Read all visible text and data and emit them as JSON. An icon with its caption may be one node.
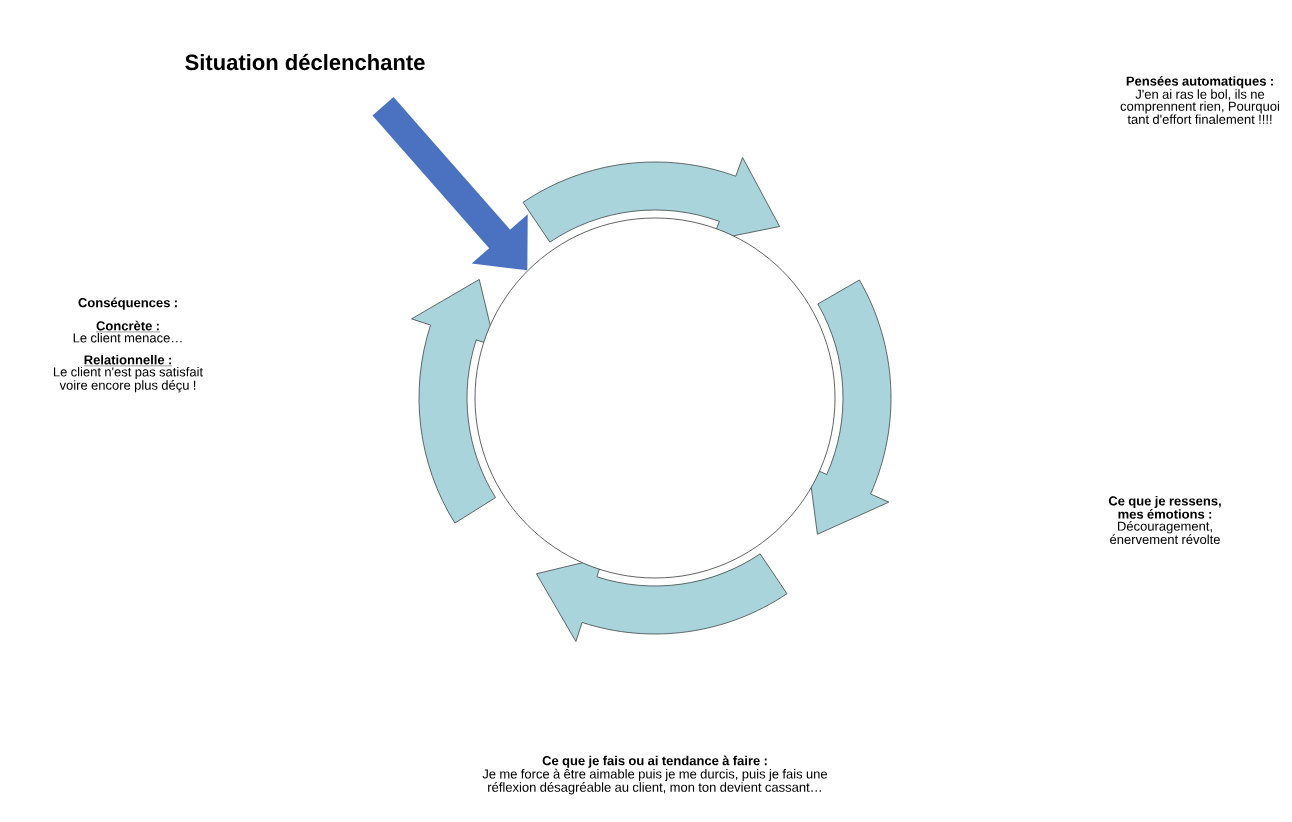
{
  "diagram": {
    "nodes": [
      {
        "text": [
          "Situation déclenchante"
        ]
      },
      {
        "text": [],
        "shape": "circle"
      },
      {
        "text": [
          "Pensées automatiques :",
          "J'en ai ras le bol, ils ne comprennent rien, Pourquoi tant d'effort finalement !!!!"
        ]
      },
      {
        "text": [
          "Ce que je ressens, mes émotions :",
          "Découragement, énervement révolte"
        ]
      },
      {
        "text": [
          "Ce que je fais ou ai tendance à faire :",
          "Je me force à être aimable puis je me durcis, puis je fais une réflexion désagréable au client, mon ton devient cassant…"
        ]
      },
      {
        "text": [
          "Conséquences :",
          "Concrète :",
          "Le client menace…",
          "Relationnelle :",
          "Le client n'est pas satisfait voire encore plus déçu !"
        ]
      }
    ],
    "edges": [
      {
        "from": 0,
        "to": 1,
        "arrow": "to",
        "color": "#4a72c0"
      }
    ]
  }
}
